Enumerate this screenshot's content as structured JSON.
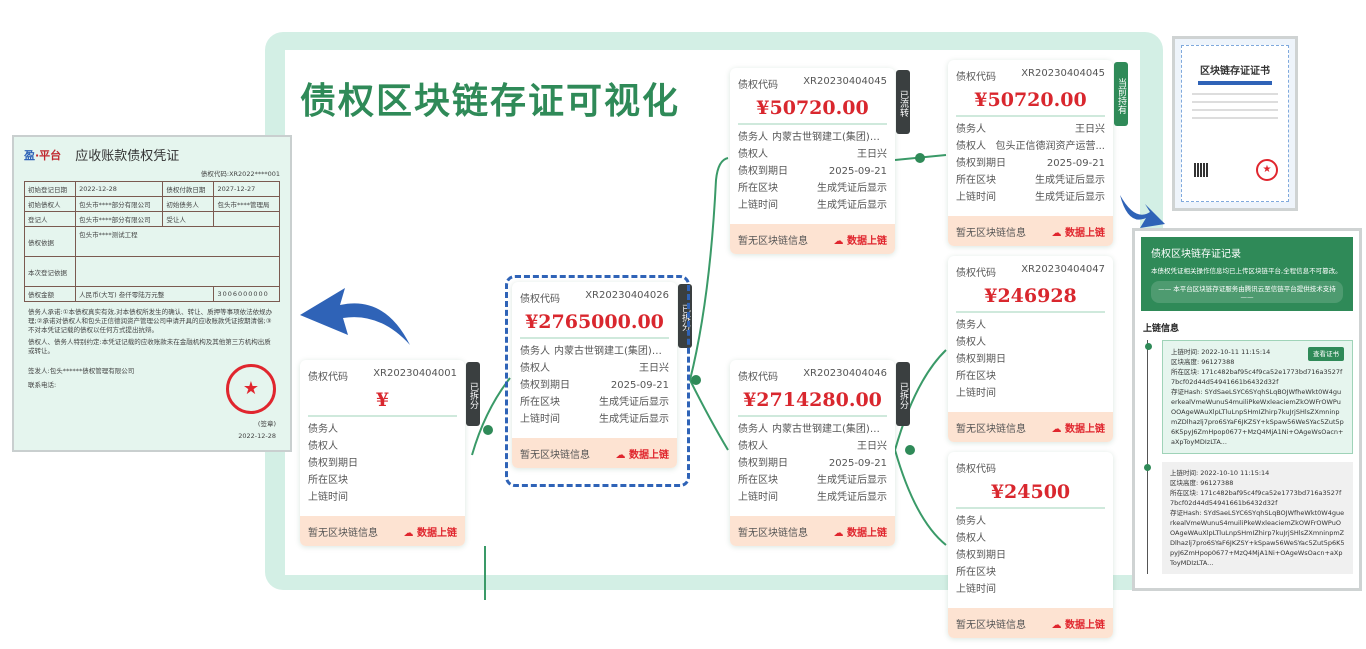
{
  "title": "债权区块链存证可视化",
  "row_labels": [
    "债务人",
    "债权人",
    "债权到期日",
    "所在区块",
    "上链时间"
  ],
  "code_label": "债权代码",
  "footer_label": "暂无区块链信息",
  "upload_label": "数据上链",
  "cards": [
    {
      "code": "XR20230404026",
      "amount": "¥2765000.00",
      "tag": "已拆分",
      "tag_color": "dark",
      "values": [
        "内蒙古世钢建工(集团)有...",
        "王日兴",
        "2025-09-21",
        "生成凭证后显示",
        "生成凭证后显示"
      ]
    },
    {
      "code": "XR20230404045",
      "amount": "¥50720.00",
      "tag": "已流转",
      "tag_color": "dark",
      "values": [
        "内蒙古世钢建工(集团)有...",
        "王日兴",
        "2025-09-21",
        "生成凭证后显示",
        "生成凭证后显示"
      ]
    },
    {
      "code": "XR20230404045",
      "amount": "¥50720.00",
      "tag": "当前持有",
      "tag_color": "green",
      "values": [
        "王日兴",
        "包头正信德润资产运营...",
        "2025-09-21",
        "生成凭证后显示",
        "生成凭证后显示"
      ]
    },
    {
      "code": "XR20230404046",
      "amount": "¥2714280.00",
      "tag": "已拆分",
      "tag_color": "dark",
      "values": [
        "内蒙古世钢建工(集团)有...",
        "王日兴",
        "2025-09-21",
        "生成凭证后显示",
        "生成凭证后显示"
      ]
    },
    {
      "code": "XR20230404047",
      "amount": "¥246928",
      "tag": "",
      "tag_color": "dark",
      "values": [
        "",
        "",
        "",
        "",
        ""
      ]
    },
    {
      "code": "",
      "amount": "¥24500",
      "tag": "",
      "tag_color": "dark",
      "values": [
        "",
        "",
        "",
        "",
        ""
      ]
    },
    {
      "code": "XR20230404001",
      "amount": "¥",
      "tag": "已拆分",
      "tag_color": "dark",
      "values": [
        "",
        "",
        "",
        "",
        ""
      ]
    }
  ],
  "doc": {
    "logo_a": "盈",
    "logo_b": "·平台",
    "title": "应收账款债权凭证",
    "code": "债权代码:XR2022****001",
    "rows": [
      [
        "初始登记日期",
        "2022-12-28",
        "债权付款日期",
        "2027-12-27"
      ],
      [
        "初始债权人",
        "包头市****部分有限公司",
        "初始债务人",
        "包头市****管理局"
      ],
      [
        "登记人",
        "包头市****部分有限公司",
        "受让人",
        ""
      ]
    ],
    "basis_label": "债权依据",
    "basis": "包头市****测试工程",
    "reg_basis_label": "本次登记依据",
    "amount_label": "债权金额",
    "amount_cn": "人民币(大写) 叁仟零陆万元整",
    "amount_digits": [
      "3",
      "0",
      "0",
      "6",
      "0",
      "0",
      "0",
      "0",
      "0",
      "0"
    ],
    "note1": "债务人承诺:①本债权真实有效,对本债权所发生的确认、转让、质押等事项依法依规办理;②承诺对债权人和包头正信德润资产管理公司申请开具的应收账款凭证按期清偿;③不对本凭证记载的债权以任何方式提出抗辩。",
    "note2": "债权人、债务人特别约定:本凭证记载的应收账款未在金融机构及其他第三方机构出质或转让。",
    "issuer": "签发人:包头******债权管理有限公司",
    "phone": "联系电话:",
    "seal_label": "(签章)",
    "date": "2022-12-28"
  },
  "record": {
    "title": "债权区块链存证记录",
    "desc": "本债权凭证相关操作信息均已上传区块链平台,全程信息不可篡改。",
    "support": "—— 本平台区块链存证服务由腾讯云至信链平台提供技术支持 ——",
    "section": "上链信息",
    "view_cert": "查看证书",
    "entries": [
      {
        "time": "上链时间: 2022-10-11 11:15:14",
        "height": "区块高度: 96127388",
        "block": "所在区块: 171c482baf95c4f9ca52e1773bd716a3527f7bcf02d44d54941661b6432d32f",
        "hash": "存证Hash: SYdSaeLSYC6SYqhSLqBOJWfheWkt0W4guerkealVmeWunuS4muiliPkeWxleaciemZkOWFrOWPuOOAgeWAuXlpLTluLnpSHmIZhirp7kuJrjSHlsZXmninpmZDlhazlj7pro6SYaF6JKZSY+kSpaw56WeSYac5Zut5p6K5pyJ6ZmHpop0677+MzQ4MjA1Ni+OAgeWsOacn+aXpToyMDIzLTA..."
      },
      {
        "time": "上链时间: 2022-10-10 11:15:14",
        "height": "区块高度: 96127388",
        "block": "所在区块: 171c482baf95c4f9ca52e1773bd716a3527f7bcf02d44d54941661b6432d32f",
        "hash": "存证Hash: SYdSaeLSYC6SYqhSLqBOJWfheWkt0W4guerkealVmeWunuS4muiliPkeWxleaciemZkOWFrOWPuOOAgeWAuXlpLTluLnpSHmIZhirp7kuJrjSHlsZXmninpmZDlhazlj7pro6SYaF6JKZSY+kSpaw56WeSYac5Zut5p6K5pyJ6ZmHpop0677+MzQ4MjA1Ni+OAgeWsOacn+aXpToyMDIzLTA..."
      }
    ]
  },
  "certificate": {
    "title": "区块链存证证书"
  }
}
